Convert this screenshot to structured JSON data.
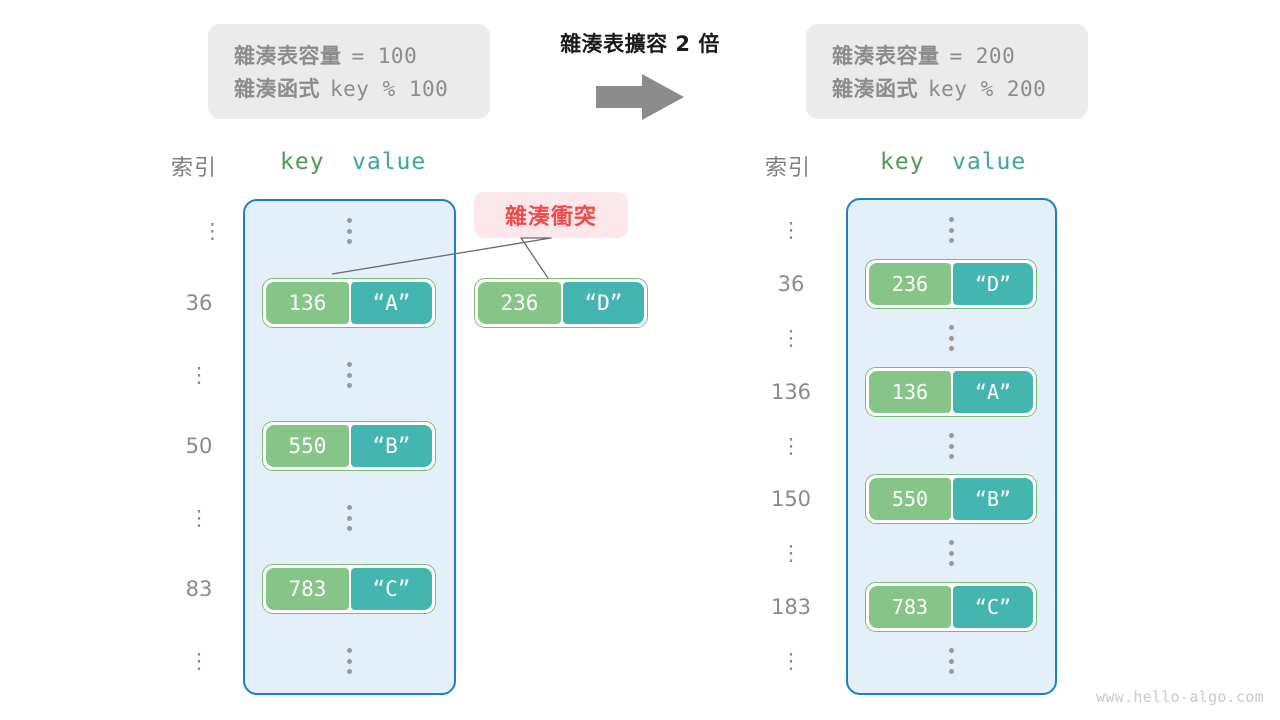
{
  "info_left": {
    "capacity_label": "雜湊表容量",
    "capacity_value": "= 100",
    "function_label": "雜湊函式",
    "function_value": "key % 100"
  },
  "info_right": {
    "capacity_label": "雜湊表容量",
    "capacity_value": "= 200",
    "function_label": "雜湊函式",
    "function_value": "key % 200"
  },
  "transition": {
    "title": "雜湊表擴容 2 倍",
    "arrow_icon": "arrow-right-icon"
  },
  "headers": {
    "index": "索引",
    "key": "key",
    "value": "value"
  },
  "collision": {
    "label": "雜湊衝突"
  },
  "left_table": {
    "indices": [
      "⋮",
      "36",
      "⋮",
      "50",
      "⋮",
      "83",
      "⋮"
    ],
    "rows": [
      {
        "kind": "dots"
      },
      {
        "kind": "pair",
        "key": "136",
        "value": "“A”"
      },
      {
        "kind": "dots"
      },
      {
        "kind": "pair",
        "key": "550",
        "value": "“B”"
      },
      {
        "kind": "dots"
      },
      {
        "kind": "pair",
        "key": "783",
        "value": "“C”"
      },
      {
        "kind": "dots"
      }
    ]
  },
  "colliding_entry": {
    "key": "236",
    "value": "“D”"
  },
  "right_table": {
    "indices": [
      "⋮",
      "36",
      "⋮",
      "136",
      "⋮",
      "150",
      "⋮",
      "183",
      "⋮"
    ],
    "rows": [
      {
        "kind": "dots"
      },
      {
        "kind": "pair",
        "key": "236",
        "value": "“D”"
      },
      {
        "kind": "dots"
      },
      {
        "kind": "pair",
        "key": "136",
        "value": "“A”"
      },
      {
        "kind": "dots"
      },
      {
        "kind": "pair",
        "key": "550",
        "value": "“B”"
      },
      {
        "kind": "dots"
      },
      {
        "kind": "pair",
        "key": "783",
        "value": "“C”"
      },
      {
        "kind": "dots"
      }
    ]
  },
  "watermark": "www.hello-algo.com",
  "colors": {
    "key_fill": "#87c487",
    "value_fill": "#45b5b0",
    "table_fill": "#e3eff9",
    "table_border": "#1e7fc2",
    "collision_bg": "#fce8ea",
    "collision_text": "#ef4a4a",
    "info_card_bg": "#ebebeb"
  }
}
